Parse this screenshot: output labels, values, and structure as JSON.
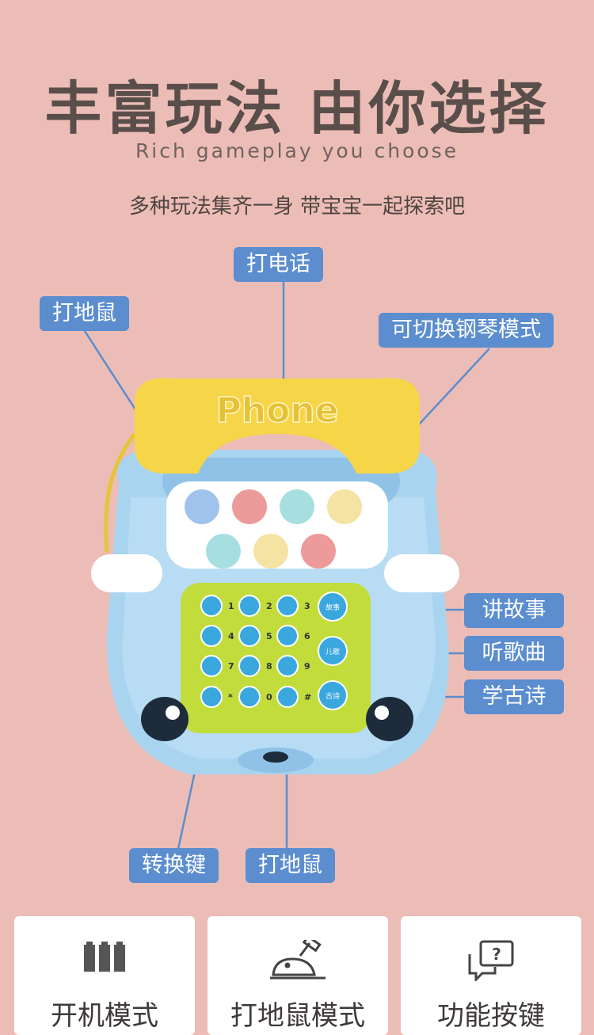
{
  "header": {
    "title": "丰富玩法 由你选择",
    "subtitle_en": "Rich gameplay you choose",
    "subtitle_cn": "多种玩法集齐一身 带宝宝一起探索吧"
  },
  "product": {
    "handset_text": "Phone",
    "keypad": [
      "1",
      "2",
      "3",
      "4",
      "5",
      "6",
      "7",
      "8",
      "9",
      "*",
      "0",
      "#"
    ],
    "side_keys": [
      "故事",
      "儿歌",
      "古诗"
    ]
  },
  "labels": {
    "call": "打电话",
    "whack_top": "打地鼠",
    "piano": "可切换钢琴模式",
    "story": "讲故事",
    "songs": "听歌曲",
    "poems": "学古诗",
    "switch": "转换键",
    "whack_bottom": "打地鼠"
  },
  "modes": [
    {
      "label": "开机模式",
      "icon": "battery-icon"
    },
    {
      "label": "打地鼠模式",
      "icon": "mole-hammer-icon"
    },
    {
      "label": "功能按键",
      "icon": "question-chat-icon"
    }
  ],
  "colors": {
    "background": "#ecbdb6",
    "label_bg": "#5b8dcf",
    "toy_blue": "#a9d4ef",
    "handset_yellow": "#f6d548",
    "keypad_green": "#c2dc3c"
  }
}
